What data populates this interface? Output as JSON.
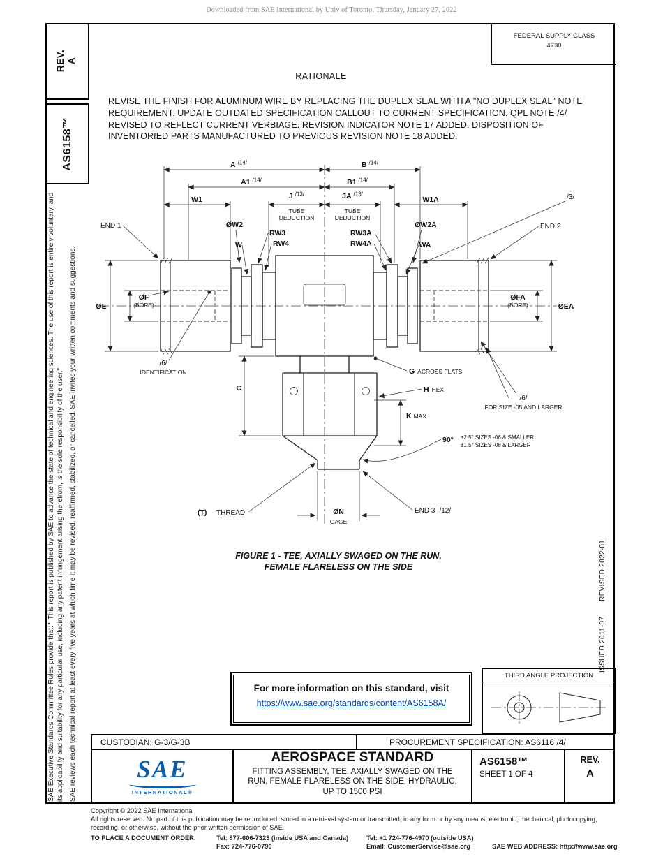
{
  "page": {
    "download_notice": "Downloaded from SAE International by Univ of Toronto, Thursday, January 27, 2022"
  },
  "left_margin": {
    "rev_label": "REV.",
    "rev_value": "A",
    "doc_number": "AS6158™",
    "committee_note": "SAE Executive Standards Committee Rules provide that: \" This report is published by SAE to advance the state of technical and engineering sciences. The use of this report is entirely voluntary, and its applicability and suitability for any particular use, including any patent infringement arising therefrom, is the sole responsibility of the user.\"",
    "reviews_note": "SAE reviews each technical report at least every five years at which time it may be revised, reaffirmed, stabilized, or cancelled. SAE invites your written comments and suggestions."
  },
  "right_margin": {
    "issued": "ISSUED 2011-07",
    "revised": "REVISED 2022-01"
  },
  "federal_supply_class": {
    "label": "FEDERAL SUPPLY CLASS",
    "value": "4730"
  },
  "rationale": {
    "title": "RATIONALE",
    "body": "REVISE THE FINISH FOR ALUMINUM WIRE BY REPLACING THE DUPLEX SEAL WITH A \"NO DUPLEX SEAL\" NOTE REQUIREMENT. UPDATE OUTDATED SPECIFICATION CALLOUT TO CURRENT SPECIFICATION. QPL NOTE /4/ REVISED TO REFLECT CURRENT VERBIAGE. REVISION INDICATOR NOTE 17 ADDED. DISPOSITION OF INVENTORIED PARTS MANUFACTURED TO PREVIOUS REVISION NOTE 18 ADDED."
  },
  "figure": {
    "caption_line1": "FIGURE 1 - TEE, AXIALLY SWAGED ON THE RUN,",
    "caption_line2": "FEMALE FLARELESS ON THE SIDE",
    "labels": {
      "A": "A",
      "B": "B",
      "A1": "A1",
      "B1": "B1",
      "note14": "/14/",
      "note13": "/13/",
      "W1": "W1",
      "W1A": "W1A",
      "J": "J",
      "JA": "JA",
      "tube": "TUBE",
      "deduction": "DEDUCTION",
      "W2": "ØW2",
      "W2A": "ØW2A",
      "W": "W",
      "WA": "WA",
      "RW3": "RW3",
      "RW3A": "RW3A",
      "RW4": "RW4",
      "RW4A": "RW4A",
      "end1": "END 1",
      "end2": "END 2",
      "end3": "END 3",
      "note12": "/12/",
      "note3": "/3/",
      "E": "ØE",
      "F": "ØF",
      "FA": "ØFA",
      "EA": "ØEA",
      "bore": "(BORE)",
      "note6": "/6/",
      "identification": "IDENTIFICATION",
      "for_size": "FOR SIZE -05 AND LARGER",
      "C": "C",
      "G": "G",
      "across_flats": "ACROSS FLATS",
      "H": "H",
      "hex": "HEX",
      "K": "K",
      "max": "MAX",
      "angle": "90°",
      "angle_tol1": "±2.5° SIZES -06 & SMALLER",
      "angle_tol2": "±1.5° SIZES -08 & LARGER",
      "T": "(T)",
      "thread": "THREAD",
      "N": "ØN",
      "gage": "GAGE"
    }
  },
  "info_box": {
    "line1": "For more information on this standard, visit",
    "link": "https://www.sae.org/standards/content/AS6158A/"
  },
  "projection": {
    "title": "THIRD ANGLE PROJECTION"
  },
  "title_block": {
    "custodian": "CUSTODIAN: G-3/G-3B",
    "procurement": "PROCUREMENT SPECIFICATION: AS6116 /4/",
    "logo_text": "SAE",
    "logo_sub": "INTERNATIONAL®",
    "standard_type": "AEROSPACE STANDARD",
    "title": "FITTING ASSEMBLY, TEE, AXIALLY SWAGED ON THE RUN, FEMALE FLARELESS ON THE SIDE, HYDRAULIC, UP TO 1500 PSI",
    "doc_number": "AS6158™",
    "sheet": "SHEET 1 OF 4",
    "rev_label": "REV.",
    "rev_value": "A"
  },
  "footer": {
    "copyright": "Copyright © 2022 SAE International",
    "rights": "All rights reserved. No part of this publication may be reproduced, stored in a retrieval system or transmitted, in any form or by any means, electronic, mechanical, photocopying, recording, or otherwise, without the prior written permission of SAE.",
    "order_label": "TO PLACE A DOCUMENT ORDER:",
    "tel_inside": "Tel: 877-606-7323 (inside USA and Canada)",
    "tel_outside": "Tel: +1 724-776-4970 (outside USA)",
    "fax": "Fax: 724-776-0790",
    "email": "Email: CustomerService@sae.org",
    "web": "SAE WEB ADDRESS: http://www.sae.org"
  }
}
